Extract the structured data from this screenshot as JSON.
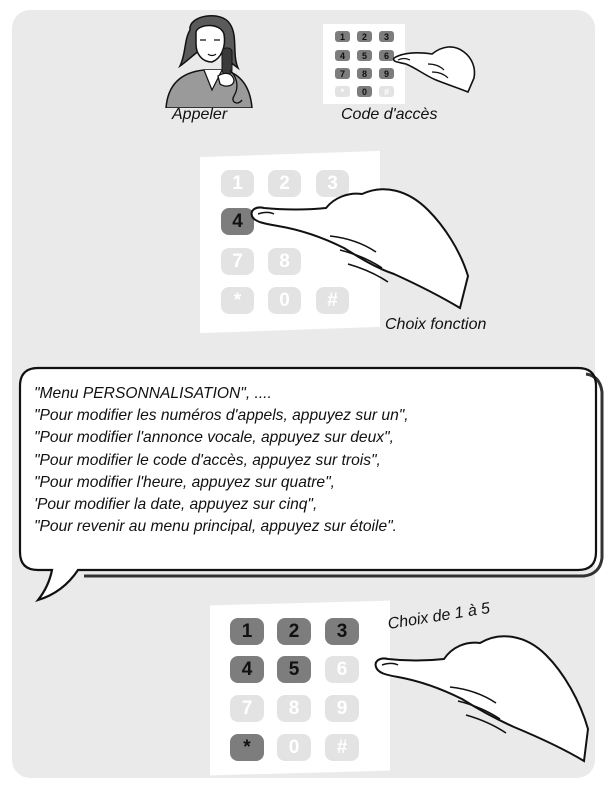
{
  "captions": {
    "call": "Appeler",
    "access_code": "Code d'accès",
    "function_choice": "Choix fonction",
    "range_choice": "Choix de 1 à 5"
  },
  "keypad_keys": [
    "1",
    "2",
    "3",
    "4",
    "5",
    "6",
    "7",
    "8",
    "9",
    "*",
    "0",
    "#"
  ],
  "keypad_small": {
    "pressed": [
      "1",
      "2",
      "3",
      "4",
      "5",
      "6",
      "7",
      "8",
      "9",
      "0"
    ],
    "highlight": "6"
  },
  "keypad_medium": {
    "pressed": [
      "4"
    ]
  },
  "keypad_large": {
    "pressed": [
      "1",
      "2",
      "3",
      "4",
      "5",
      "*"
    ]
  },
  "speech_bubble": {
    "lines": [
      "\"Menu PERSONNALISATION\", ....",
      "\"Pour modifier les numéros d'appels, appuyez sur un\",",
      "\"Pour modifier l'annonce vocale, appuyez sur deux\",",
      "\"Pour modifier le code d'accès, appuyez sur trois\",",
      "\"Pour modifier l'heure, appuyez sur quatre\",",
      "'Pour modifier la date, appuyez sur cinq\",",
      "\"Pour revenir au menu principal, appuyez sur étoile\"."
    ]
  },
  "colors": {
    "panel": "#eaeaea",
    "key_pressed": "#7d7d7d",
    "key_idle": "#e3e3e3",
    "outline": "#111111"
  }
}
